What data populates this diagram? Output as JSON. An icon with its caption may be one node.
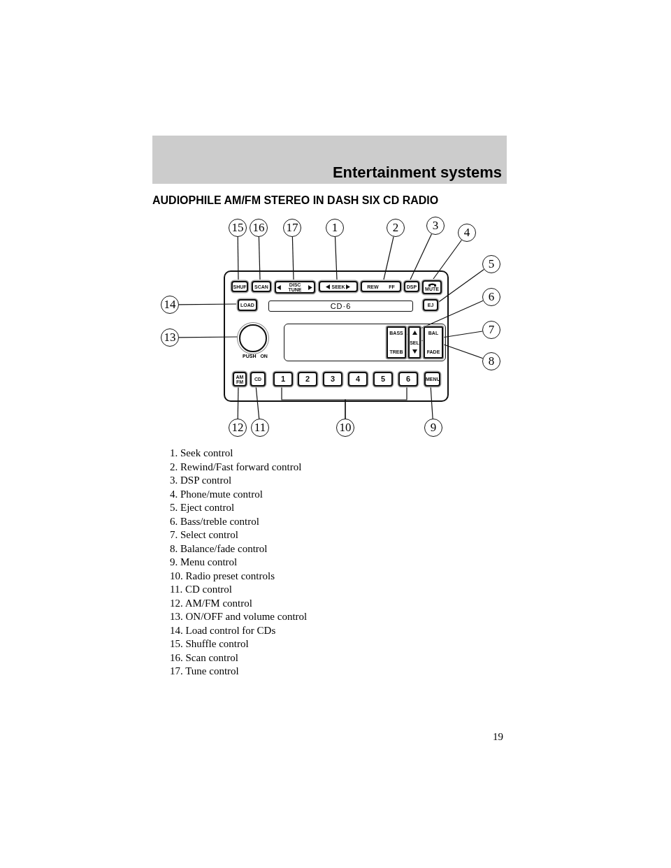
{
  "diagram": {
    "title": "AUDIOPHILE AM/FM STEREO IN DASH SIX CD RADIO",
    "nodes": [
      {
        "text": [],
        "shape": "box"
      },
      {
        "text": [
          "SHUF"
        ],
        "in": 0
      },
      {
        "text": [
          "SCAN"
        ],
        "in": 0
      },
      {
        "text": [
          "DISC TUNE"
        ],
        "in": 0
      },
      {
        "text": [
          "SEEK"
        ],
        "in": 0
      },
      {
        "text": [
          "REW",
          "FF"
        ],
        "in": 0
      },
      {
        "text": [
          "DSP"
        ],
        "in": 0
      },
      {
        "text": [
          "MUTE"
        ],
        "in": 0
      },
      {
        "text": [
          "LOAD"
        ],
        "in": 0
      },
      {
        "text": [
          "EJ"
        ],
        "in": 0
      },
      {
        "text": [],
        "shape": "circle",
        "in": 0
      },
      {
        "text": [
          "BASS",
          "TREB"
        ],
        "in": 0
      },
      {
        "text": [
          "SEL"
        ],
        "in": 0
      },
      {
        "text": [
          "BAL",
          "FADE"
        ],
        "in": 0
      },
      {
        "text": [
          "AM FM"
        ],
        "in": 0
      },
      {
        "text": [
          "CD"
        ],
        "in": 0
      },
      {
        "text": [
          "1"
        ],
        "in": 0
      },
      {
        "text": [
          "2"
        ],
        "in": 0
      },
      {
        "text": [
          "3"
        ],
        "in": 0
      },
      {
        "text": [
          "4"
        ],
        "in": 0
      },
      {
        "text": [
          "5"
        ],
        "in": 0
      },
      {
        "text": [
          "6"
        ],
        "in": 0
      },
      {
        "text": [
          "MENU"
        ],
        "in": 0
      },
      {
        "text": [
          "1"
        ]
      },
      {
        "text": [
          "2"
        ]
      },
      {
        "text": [
          "3"
        ]
      },
      {
        "text": [
          "4"
        ]
      },
      {
        "text": [
          "5"
        ]
      },
      {
        "text": [
          "6"
        ]
      },
      {
        "text": [
          "7"
        ]
      },
      {
        "text": [
          "8"
        ]
      },
      {
        "text": [
          "9"
        ]
      },
      {
        "text": [
          "10"
        ]
      },
      {
        "text": [
          "11"
        ]
      },
      {
        "text": [
          "12"
        ]
      },
      {
        "text": [
          "13"
        ]
      },
      {
        "text": [
          "14"
        ]
      },
      {
        "text": [
          "15"
        ]
      },
      {
        "text": [
          "16"
        ]
      },
      {
        "text": [
          "17"
        ]
      }
    ],
    "edges": [
      {
        "from": 23,
        "to": 4,
        "arrow": "none"
      },
      {
        "from": 24,
        "to": 5,
        "arrow": "none"
      },
      {
        "from": 25,
        "to": 6,
        "arrow": "none"
      },
      {
        "from": 26,
        "to": 7,
        "arrow": "none"
      },
      {
        "from": 27,
        "to": 9,
        "arrow": "none"
      },
      {
        "from": 28,
        "to": 11,
        "arrow": "none"
      },
      {
        "from": 29,
        "to": 12,
        "arrow": "none"
      },
      {
        "from": 30,
        "to": 13,
        "arrow": "none"
      },
      {
        "from": 31,
        "to": 22,
        "arrow": "none"
      },
      {
        "from": 32,
        "to": 16,
        "arrow": "none"
      },
      {
        "from": 32,
        "to": 21,
        "arrow": "none"
      },
      {
        "from": 33,
        "to": 15,
        "arrow": "none"
      },
      {
        "from": 34,
        "to": 14,
        "arrow": "none"
      },
      {
        "from": 35,
        "to": 10,
        "arrow": "none"
      },
      {
        "from": 36,
        "to": 8,
        "arrow": "none"
      },
      {
        "from": 37,
        "to": 1,
        "arrow": "none"
      },
      {
        "from": 38,
        "to": 2,
        "arrow": "none"
      },
      {
        "from": 39,
        "to": 3,
        "arrow": "none"
      }
    ],
    "labels": [
      "Entertainment systems",
      "CD·6",
      "PUSH ON",
      "1. Seek control",
      "2. Rewind/Fast forward control",
      "3. DSP control",
      "4. Phone/mute control",
      "5. Eject control",
      "6. Bass/treble control",
      "7. Select control",
      "8. Balance/fade control",
      "9. Menu control",
      "10. Radio preset controls",
      "11. CD control",
      "12. AM/FM control",
      "13. ON/OFF and volume control",
      "14. Load control for CDs",
      "15. Shuffle control",
      "16. Scan control",
      "17. Tune control",
      "19"
    ]
  }
}
